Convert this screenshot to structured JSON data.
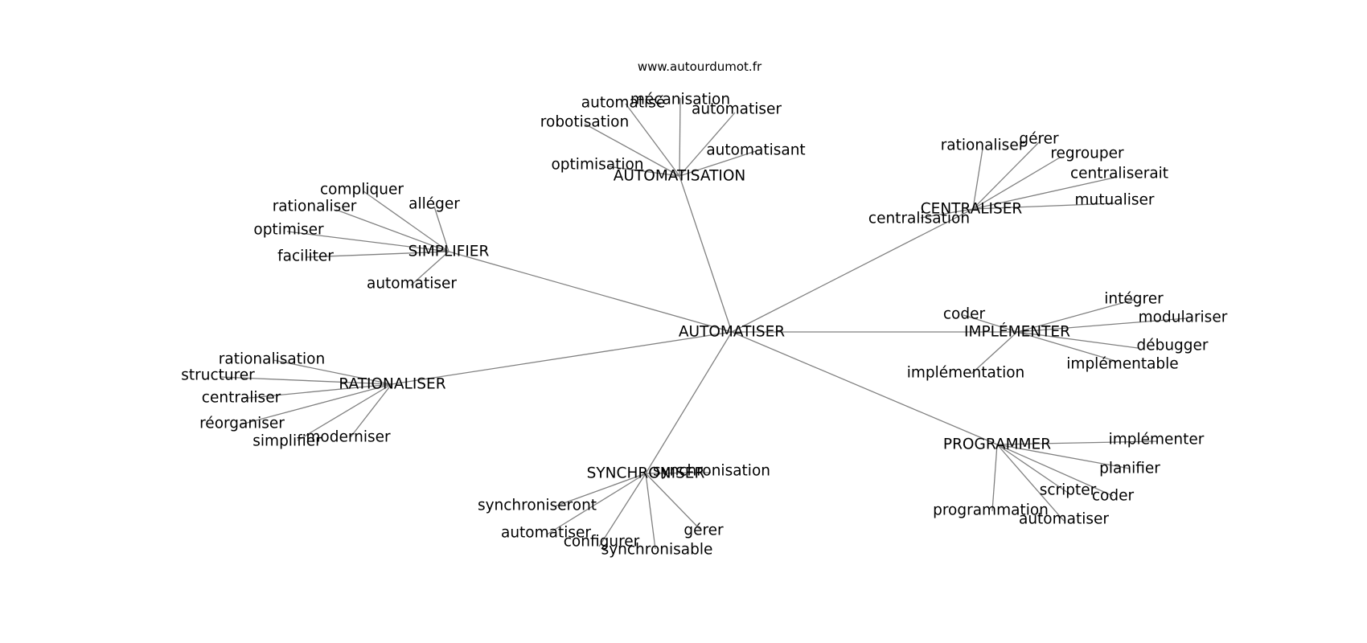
{
  "site": "www.autourdumot.fr",
  "center": {
    "id": "automatiser",
    "label": "AUTOMATISER"
  },
  "hubs": [
    {
      "id": "automatisation",
      "label": "AUTOMATISATION",
      "leaves": [
        "automatisé",
        "mécanisation",
        "automatiser",
        "robotisation",
        "automatisant",
        "optimisation"
      ]
    },
    {
      "id": "centraliser",
      "label": "CENTRALISER",
      "leaves": [
        "rationaliser",
        "gérer",
        "regrouper",
        "centraliserait",
        "mutualiser",
        "centralisation"
      ]
    },
    {
      "id": "simplifier",
      "label": "SIMPLIFIER",
      "leaves": [
        "compliquer",
        "rationaliser",
        "alléger",
        "optimiser",
        "faciliter",
        "automatiser"
      ]
    },
    {
      "id": "implementer",
      "label": "IMPLÉMENTER",
      "leaves": [
        "coder",
        "intégrer",
        "modulariser",
        "débugger",
        "implémentable",
        "implémentation"
      ]
    },
    {
      "id": "rationaliser",
      "label": "RATIONALISER",
      "leaves": [
        "rationalisation",
        "structurer",
        "centraliser",
        "réorganiser",
        "simplifier",
        "moderniser"
      ]
    },
    {
      "id": "programmer",
      "label": "PROGRAMMER",
      "leaves": [
        "implémenter",
        "planifier",
        "scripter",
        "coder",
        "programmation",
        "automatiser"
      ]
    },
    {
      "id": "synchroniser",
      "label": "SYNCHRONISER",
      "leaves": [
        "synchronisation",
        "synchroniseront",
        "automatiser",
        "configurer",
        "gérer",
        "synchronisable"
      ]
    }
  ]
}
